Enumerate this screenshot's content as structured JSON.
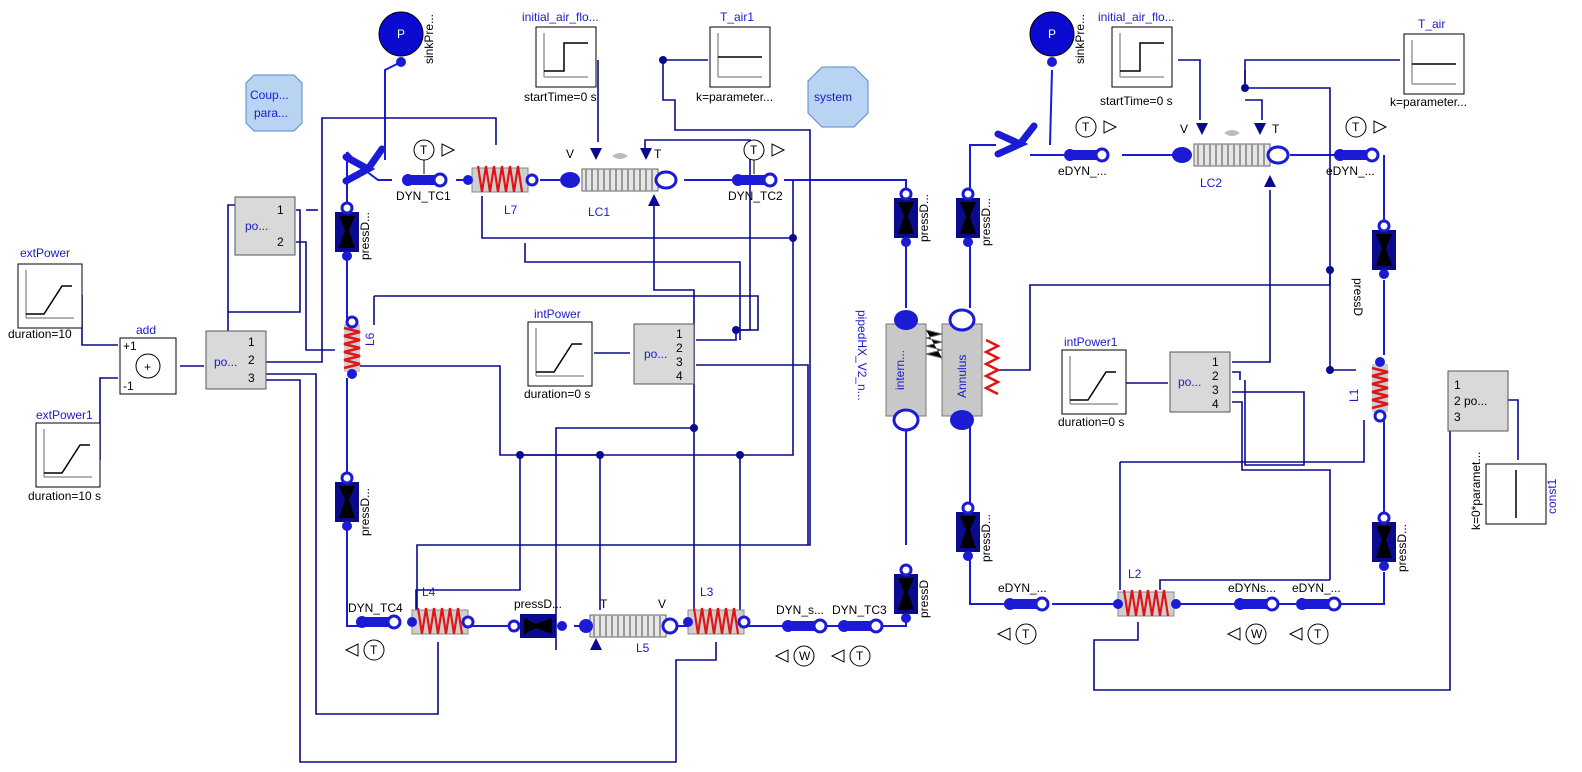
{
  "colors": {
    "wire": "#0a0a8f",
    "pipe": "#1b1bd6",
    "block_fill": "#d9d9d9",
    "heater": "#e01414",
    "accent_blue": "#1a1acd"
  },
  "sources": {
    "extPower": {
      "name": "extPower",
      "param": "duration=10"
    },
    "extPower1": {
      "name": "extPower1",
      "param": "duration=10 s"
    },
    "intPower": {
      "name": "intPower",
      "param": "duration=0 s"
    },
    "intPower1": {
      "name": "intPower1",
      "param": "duration=0 s"
    },
    "initial_air_flow": {
      "name": "initial_air_flo...",
      "param": "startTime=0 s"
    },
    "initial_air_flow2": {
      "name": "initial_air_flo...",
      "param": "startTime=0 s"
    },
    "T_air1": {
      "name": "T_air1",
      "param": "k=parameter..."
    },
    "T_air": {
      "name": "T_air",
      "param": "k=parameter..."
    },
    "const1": {
      "name": "const1",
      "param": "k=0*paramet..."
    }
  },
  "add": {
    "name": "add",
    "plus": "+1",
    "minus": "-1"
  },
  "power_blocks": {
    "po_a": {
      "label": "po...",
      "ports": [
        "1",
        "2"
      ]
    },
    "po_b": {
      "label": "po...",
      "ports": [
        "1",
        "2",
        "3"
      ]
    },
    "po_c": {
      "label": "po...",
      "ports": [
        "1",
        "2",
        "3",
        "4"
      ]
    },
    "po_d": {
      "label": "po...",
      "ports": [
        "1",
        "2",
        "3",
        "4"
      ]
    },
    "po_e": {
      "label": "po...",
      "ports": [
        "1",
        "2 po...",
        "3"
      ]
    }
  },
  "records": {
    "coupling": [
      "Coup...",
      "para..."
    ],
    "system": "system"
  },
  "sinks": {
    "left": "sinkPre...",
    "right": "sinkPre...",
    "p": "P"
  },
  "pressure_drops": {
    "pd1": "pressD...",
    "pd2": "pressD...",
    "pd3": "pressD",
    "pd4": "pressD...",
    "pd5": "pressD...",
    "pd6": "pressD...",
    "pd7": "pressD...",
    "pd8": "pressD",
    "pd9": "pressD..."
  },
  "sensors": {
    "tc1": "DYN_TC1",
    "tc2": "DYN_TC2",
    "tc3": "DYN_TC3",
    "tc4": "DYN_TC4",
    "dyn_s": "DYN_s...",
    "edyn1": "eDYN_...",
    "edyn2": "eDYN_...",
    "edyn3": "eDYN_...",
    "edyns": "eDYNs...",
    "edyn4": "eDYN_...",
    "t": "T",
    "w": "W"
  },
  "exchangers": {
    "lc1": "LC1",
    "lc2": "LC2",
    "l5": "L5",
    "v": "V",
    "t": "T"
  },
  "heat_nodes": {
    "l1": "L1",
    "l2": "L2",
    "l3": "L3",
    "l4": "L4",
    "l6": "L6",
    "l7": "L7"
  },
  "pipe_hx": {
    "inner": "intern...",
    "annulus": "Annulus",
    "name": "pipedHX_V2_n..."
  }
}
